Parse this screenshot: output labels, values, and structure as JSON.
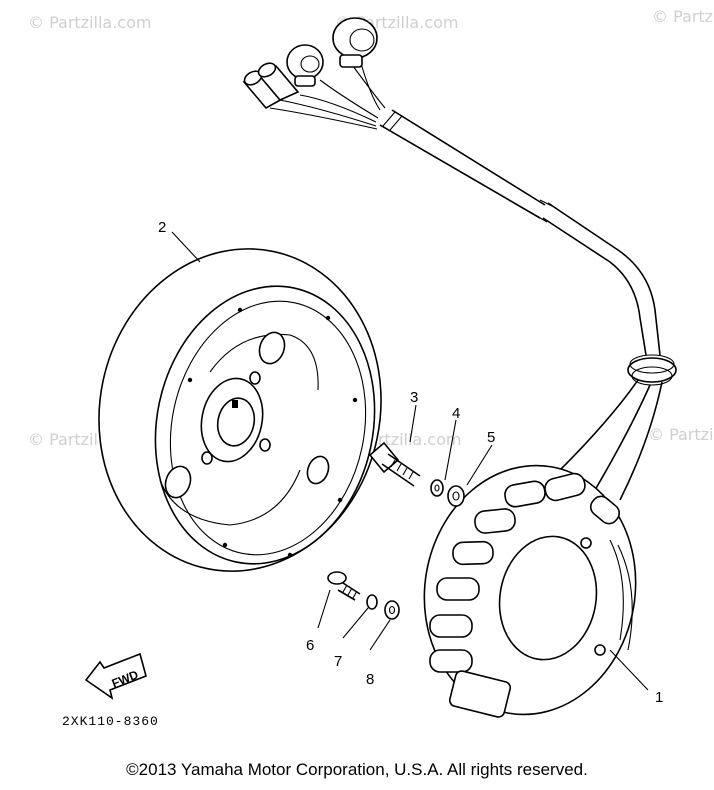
{
  "watermarks": [
    "© Partzilla.com",
    "© Partzilla.com",
    "© Partzilla.com",
    "© Partzilla.com",
    "© Partzilla.com",
    "© Partzilla.com"
  ],
  "callouts": [
    "1",
    "2",
    "3",
    "4",
    "5",
    "6",
    "7",
    "8"
  ],
  "fwd_label": "FWD",
  "diagram_code": "2XK110-8360",
  "copyright": "©2013  Yamaha Motor Corporation, U.S.A. All rights reserved."
}
